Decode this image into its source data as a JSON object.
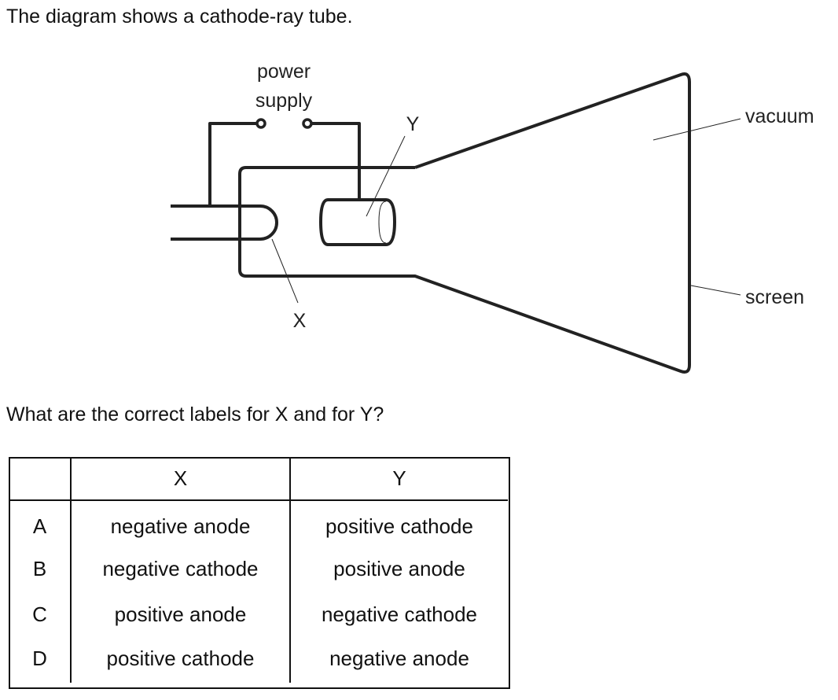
{
  "intro_text": "The diagram shows a cathode-ray tube.",
  "diagram": {
    "labels": {
      "power_line1": "power",
      "power_line2": "supply",
      "x": "X",
      "y": "Y",
      "vacuum": "vacuum",
      "screen": "screen"
    }
  },
  "question_text": "What are the correct labels for X and for Y?",
  "table": {
    "headers": [
      "",
      "X",
      "Y"
    ],
    "rows": [
      {
        "key": "A",
        "x": "negative anode",
        "y": "positive cathode"
      },
      {
        "key": "B",
        "x": "negative cathode",
        "y": "positive anode"
      },
      {
        "key": "C",
        "x": "positive anode",
        "y": "negative cathode"
      },
      {
        "key": "D",
        "x": "positive cathode",
        "y": "negative anode"
      }
    ]
  }
}
